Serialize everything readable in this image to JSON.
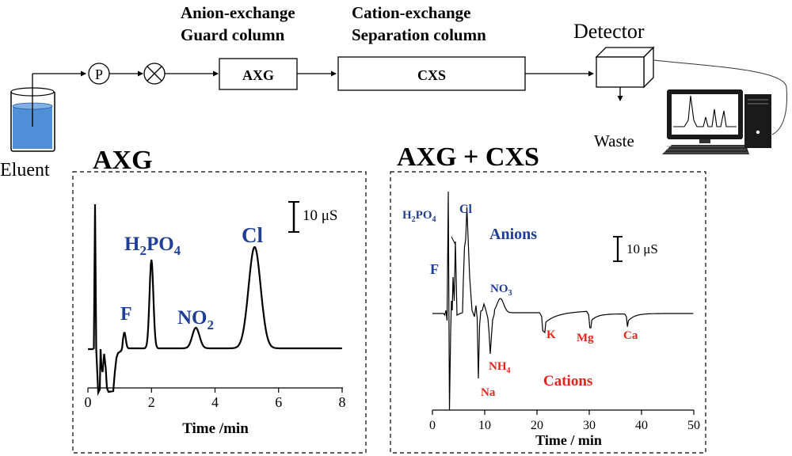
{
  "schematic": {
    "guard_column_title": [
      "Anion-exchange",
      "Guard column"
    ],
    "separation_column_title": [
      "Cation-exchange",
      "Separation column"
    ],
    "detector_label": "Detector",
    "pump_label": "P",
    "axg_box_label": "AXG",
    "cxs_box_label": "CXS",
    "waste_label": "Waste",
    "eluent_label": "Eluent"
  },
  "colors": {
    "blue_label": "#1f3f96",
    "red_label": "#e3241b",
    "eluent_liquid": "#4f8fd6"
  },
  "chart_data": [
    {
      "type": "line",
      "title": "AXG",
      "xlabel": "Time /min",
      "xlim": [
        0,
        8
      ],
      "xticks": [
        0,
        2,
        4,
        6,
        8
      ],
      "scale_bar": "10 μS",
      "peaks": [
        {
          "name": "F",
          "time": 1.15
        },
        {
          "name": "H2PO4",
          "time": 2.0
        },
        {
          "name": "NO2",
          "time": 3.4
        },
        {
          "name": "Cl",
          "time": 5.25
        }
      ],
      "labels": {
        "F": "F",
        "H2PO4_main": "H",
        "H2PO4_sub1": "2",
        "H2PO4_mid": "PO",
        "H2PO4_sub2": "4",
        "NO2_main": "NO",
        "NO2_sub": "2",
        "Cl": "Cl"
      }
    },
    {
      "type": "line",
      "title": "AXG + CXS",
      "xlabel": "Time / min",
      "xlim": [
        0,
        50
      ],
      "xticks": [
        0,
        10,
        20,
        30,
        40,
        50
      ],
      "scale_bar": "10 μS",
      "anion_group_label": "Anions",
      "cation_group_label": "Cations",
      "anion_peaks": [
        {
          "name": "F",
          "time": 3.6
        },
        {
          "name": "H2PO4",
          "time": 4.4
        },
        {
          "name": "Cl",
          "time": 6.8
        },
        {
          "name": "NO3",
          "time": 13.0
        }
      ],
      "cation_peaks": [
        {
          "name": "Na",
          "time": 9.3
        },
        {
          "name": "NH4",
          "time": 11.3
        },
        {
          "name": "K",
          "time": 21.5
        },
        {
          "name": "Mg",
          "time": 30.3
        },
        {
          "name": "Ca",
          "time": 37.5
        }
      ],
      "labels": {
        "H2PO4_main": "H",
        "H2PO4_sub1": "2",
        "H2PO4_mid": "PO",
        "H2PO4_sub2": "4",
        "Cl": "Cl",
        "F": "F",
        "NO3_main": "NO",
        "NO3_sub": "3",
        "NH4_main": "NH",
        "NH4_sub": "4",
        "Na": "Na",
        "K": "K",
        "Mg": "Mg",
        "Ca": "Ca"
      }
    }
  ]
}
